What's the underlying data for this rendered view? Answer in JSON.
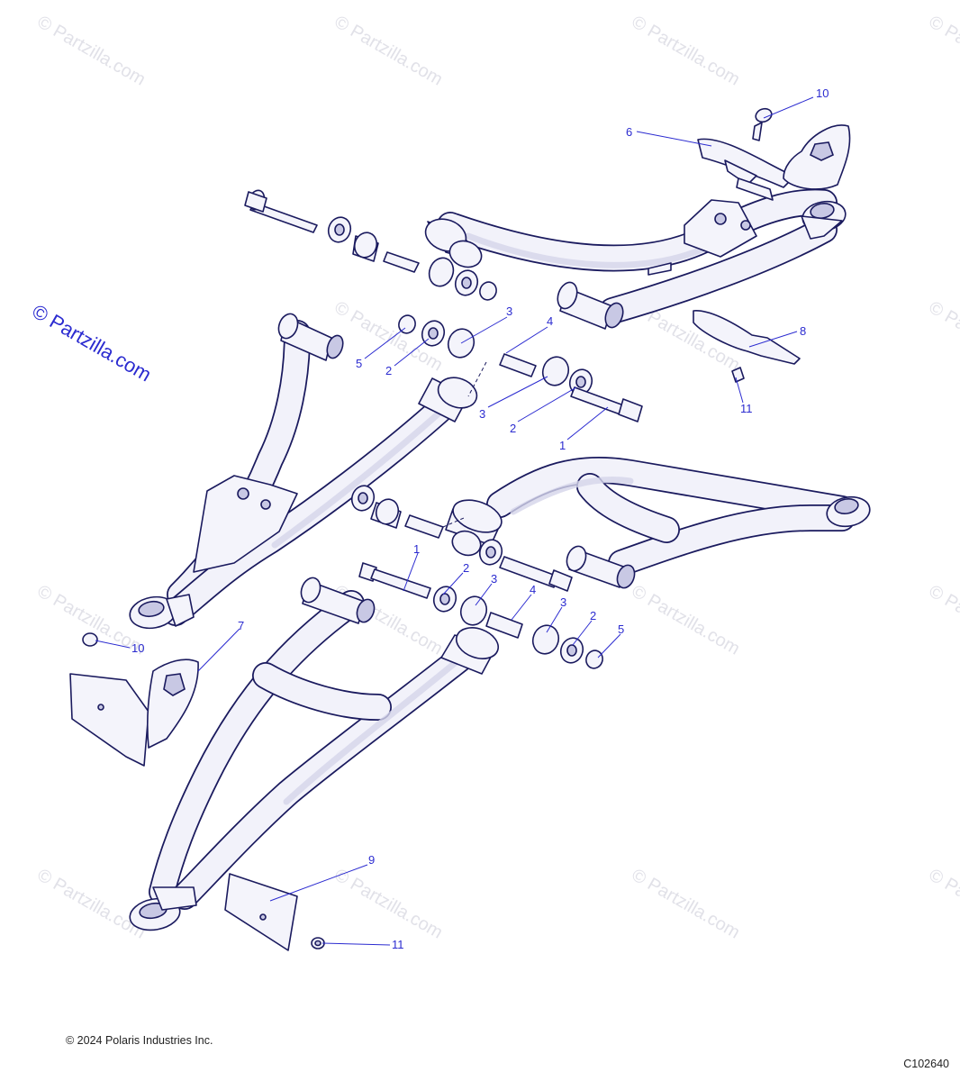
{
  "watermark": "© Partzilla.com",
  "copyright": "© 2024 Polaris Industries Inc.",
  "diagram_code": "C102640",
  "callouts": [
    {
      "id": "c-upper-front-10",
      "label": "10"
    },
    {
      "id": "c-upper-front-6",
      "label": "6"
    },
    {
      "id": "c-upper-3",
      "label": "3"
    },
    {
      "id": "c-upper-4",
      "label": "4"
    },
    {
      "id": "c-upper-5",
      "label": "5"
    },
    {
      "id": "c-upper-2a",
      "label": "2"
    },
    {
      "id": "c-upper-3b",
      "label": "3"
    },
    {
      "id": "c-upper-2b",
      "label": "2"
    },
    {
      "id": "c-upper-1",
      "label": "1"
    },
    {
      "id": "c-upper-8",
      "label": "8"
    },
    {
      "id": "c-upper-11",
      "label": "11"
    },
    {
      "id": "c-lower-1",
      "label": "1"
    },
    {
      "id": "c-lower-2a",
      "label": "2"
    },
    {
      "id": "c-lower-3a",
      "label": "3"
    },
    {
      "id": "c-lower-4",
      "label": "4"
    },
    {
      "id": "c-lower-3b",
      "label": "3"
    },
    {
      "id": "c-lower-2b",
      "label": "2"
    },
    {
      "id": "c-lower-5",
      "label": "5"
    },
    {
      "id": "c-lower-7",
      "label": "7"
    },
    {
      "id": "c-lower-10",
      "label": "10"
    },
    {
      "id": "c-lower-9",
      "label": "9"
    },
    {
      "id": "c-lower-11",
      "label": "11"
    }
  ]
}
